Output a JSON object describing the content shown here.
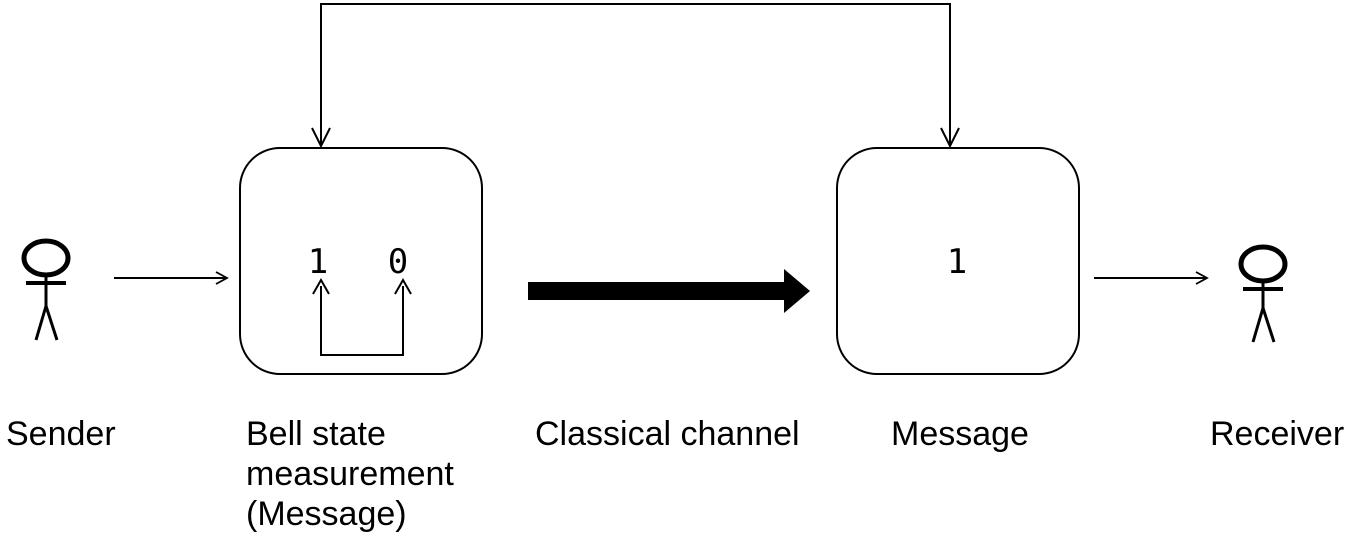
{
  "labels": {
    "sender": "Sender",
    "bell_line1": "Bell state",
    "bell_line2": "measurement",
    "bell_line3": "(Message)",
    "channel": "Classical channel",
    "message": "Message",
    "receiver": "Receiver"
  },
  "bell_box": {
    "bit_left": "1",
    "bit_right": "0"
  },
  "message_box": {
    "bit": "1"
  },
  "icons": {
    "sender": "stick-figure-icon",
    "receiver": "stick-figure-icon"
  },
  "colors": {
    "stroke": "#000000",
    "background": "#ffffff"
  }
}
